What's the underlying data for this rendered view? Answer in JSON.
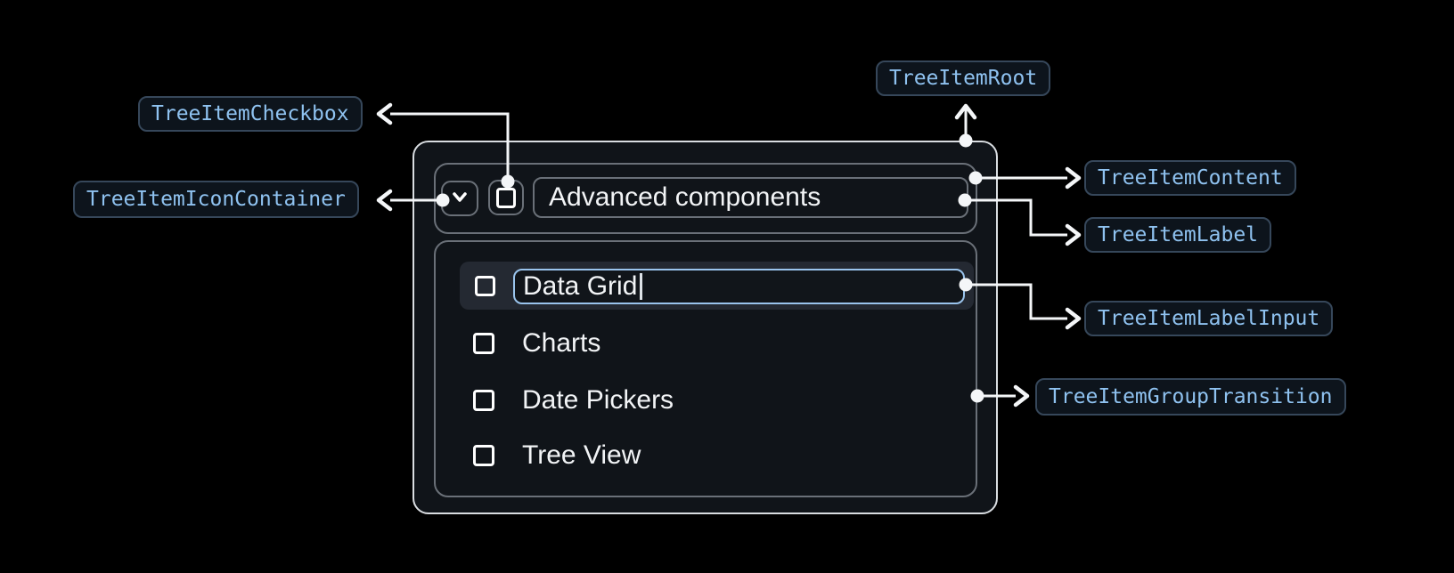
{
  "diagram": {
    "annotations": {
      "root": "TreeItemRoot",
      "checkbox": "TreeItemCheckbox",
      "icon_container": "TreeItemIconContainer",
      "content": "TreeItemContent",
      "label": "TreeItemLabel",
      "label_input": "TreeItemLabelInput",
      "group_transition": "TreeItemGroupTransition"
    }
  },
  "tree": {
    "parent_item": {
      "label": "Advanced components",
      "expanded": true,
      "checked": false
    },
    "editing_item": {
      "input_value": "Data Grid",
      "checked": false
    },
    "items": [
      {
        "label": "Charts",
        "checked": false
      },
      {
        "label": "Date Pickers",
        "checked": false
      },
      {
        "label": "Tree View",
        "checked": false
      }
    ]
  },
  "colors": {
    "background": "#000000",
    "panel_background": "#101419",
    "root_border": "#d9dde1",
    "inner_border": "#6a7078",
    "row_highlight": "#242932",
    "input_focus_border": "#9ac4ed",
    "annotation_text": "#8fc2f0",
    "annotation_border": "#36475a",
    "annotation_background": "#0d141c",
    "connector": "#f4f6f8",
    "text": "#f2f4f6"
  }
}
